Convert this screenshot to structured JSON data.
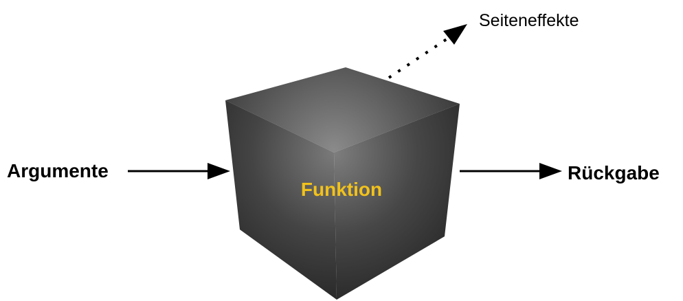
{
  "labels": {
    "input": "Argumente",
    "function": "Funktion",
    "output": "Rückgabe",
    "side_effects": "Seiteneffekte"
  },
  "colors": {
    "function_label": "#f2c21b",
    "arrows": "#000000",
    "cube_dark": "#262626",
    "cube_light": "#8c8c8c"
  }
}
